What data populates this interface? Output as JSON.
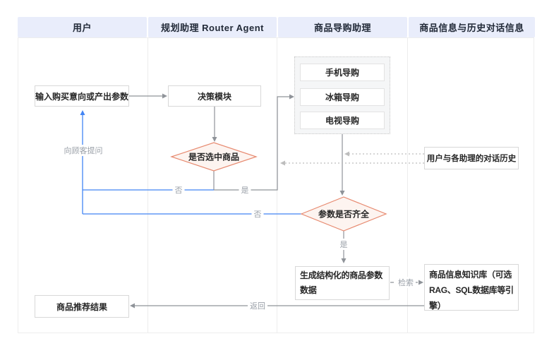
{
  "lanes": [
    {
      "label": "用户"
    },
    {
      "label": "规划助理 Router Agent"
    },
    {
      "label": "商品导购助理"
    },
    {
      "label": "商品信息与历史对话信息"
    }
  ],
  "nodes": {
    "input": "输入购买意向或产出参数",
    "decision_module": "决策模块",
    "product_selected_check": "是否选中商品",
    "guides": [
      "手机导购",
      "冰箱导购",
      "电视导购"
    ],
    "dialog_history": "用户与各助理的对话历史",
    "params_complete_check": "参数是否齐全",
    "generate_params": "生成结构化的商品参数数据",
    "knowledge_base": "商品信息知识库（可选RAG、SQL数据库等引擎）",
    "recommendation_result": "商品推荐结果"
  },
  "edge_labels": {
    "ask_customer": "向顾客提问",
    "no_selected": "否",
    "yes_selected": "是",
    "no_params": "否",
    "yes_params": "是",
    "retrieve": "检索",
    "return": "返回"
  },
  "colors": {
    "header_bg": "#e9edfb",
    "lane_border": "#ededed",
    "flow_line_gray": "#8f9399",
    "feedback_line_blue": "#4285f4",
    "dotted_line": "#bdbdbd",
    "diamond_border": "#e78a70",
    "diamond_fill": "#fdf4f0",
    "group_container_bg": "#f5f6f7"
  }
}
